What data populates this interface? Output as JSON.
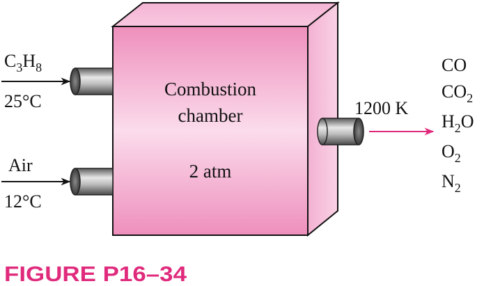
{
  "inlets": {
    "fuel": {
      "name": "C",
      "sub1": "3",
      "mid": "H",
      "sub2": "8",
      "temperature": "25°C"
    },
    "air": {
      "name": "Air",
      "temperature": "12°C"
    }
  },
  "chamber": {
    "line1": "Combustion",
    "line2": "chamber",
    "pressure": "2 atm"
  },
  "outlet": {
    "temperature": "1200 K",
    "products": [
      {
        "main": "CO",
        "sub": "",
        "tail": ""
      },
      {
        "main": "CO",
        "sub": "2",
        "tail": ""
      },
      {
        "main": "H",
        "sub": "2",
        "tail": "O"
      },
      {
        "main": "O",
        "sub": "2",
        "tail": ""
      },
      {
        "main": "N",
        "sub": "2",
        "tail": ""
      }
    ]
  },
  "caption": "FIGURE P16–34",
  "colors": {
    "arrow_outlet": "#e0287a",
    "caption": "#e02a7c",
    "box_front": "#f4a6cc",
    "box_top": "#f6b6d6",
    "box_side": "#f2bcd8"
  }
}
